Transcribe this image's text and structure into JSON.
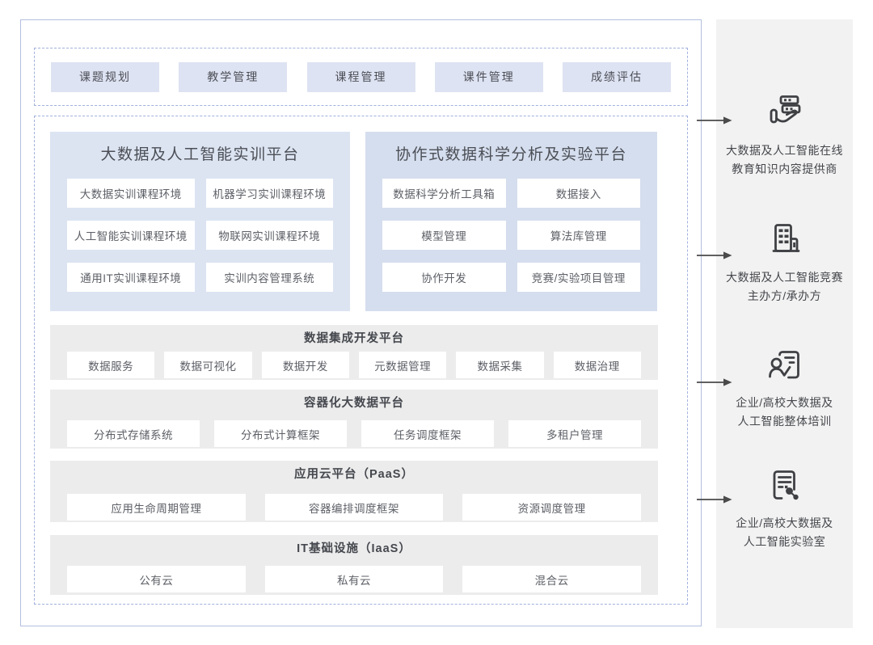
{
  "colors": {
    "outer_border": "#b3bfdf",
    "dashed_border": "#a2b0de",
    "chip_bg": "#dee3f3",
    "panel_left_bg": "#dce4f2",
    "panel_right_bg": "#d5deee",
    "layer_bg": "#ececec",
    "sidebar_bg": "#f2f2f2",
    "item_bg": "#ffffff",
    "text_dark": "#45484e",
    "text_item": "#5c5f66",
    "icon_color": "#3f4044",
    "arrow_color": "#4a4a4a"
  },
  "top_row": {
    "items": [
      "课题规划",
      "教学管理",
      "课程管理",
      "课件管理",
      "成绩评估"
    ]
  },
  "platform_panels": [
    {
      "title": "大数据及人工智能实训平台",
      "items": [
        "大数据实训课程环境",
        "机器学习实训课程环境",
        "人工智能实训课程环境",
        "物联网实训课程环境",
        "通用IT实训课程环境",
        "实训内容管理系统"
      ]
    },
    {
      "title": "协作式数据科学分析及实验平台",
      "items": [
        "数据科学分析工具箱",
        "数据接入",
        "模型管理",
        "算法库管理",
        "协作开发",
        "竞赛/实验项目管理"
      ]
    }
  ],
  "layer_panels": [
    {
      "title": "数据集成开发平台",
      "items": [
        "数据服务",
        "数据可视化",
        "数据开发",
        "元数据管理",
        "数据采集",
        "数据治理"
      ]
    },
    {
      "title": "容器化大数据平台",
      "items": [
        "分布式存储系统",
        "分布式计算框架",
        "任务调度框架",
        "多租户管理"
      ]
    },
    {
      "title": "应用云平台（PaaS）",
      "items": [
        "应用生命周期管理",
        "容器编排调度框架",
        "资源调度管理"
      ]
    },
    {
      "title": "IT基础设施（IaaS）",
      "items": [
        "公有云",
        "私有云",
        "混合云"
      ]
    }
  ],
  "sidebar": {
    "groups": [
      {
        "icon": "hand-holding-servers-icon",
        "lines": [
          "大数据及人工智能在线",
          "教育知识内容提供商"
        ]
      },
      {
        "icon": "building-icon",
        "lines": [
          "大数据及人工智能竞赛",
          "主办方/承办方"
        ]
      },
      {
        "icon": "person-document-check-icon",
        "lines": [
          "企业/高校大数据及",
          "人工智能整体培训"
        ]
      },
      {
        "icon": "document-nodes-icon",
        "lines": [
          "企业/高校大数据及",
          "人工智能实验室"
        ]
      }
    ]
  }
}
